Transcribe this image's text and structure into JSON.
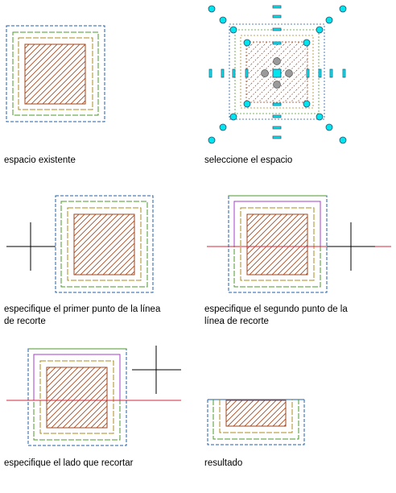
{
  "captions": {
    "existing_space": "espacio existente",
    "select_space": "seleccione el espacio",
    "first_point_line1": "especifique el primer punto de la línea",
    "first_point_line2": "de recorte",
    "second_point_line1": "especifique el segundo punto de la",
    "second_point_line2": "línea de recorte",
    "side_to_trim": "especifique el lado que recortar",
    "result": "resultado"
  },
  "colors": {
    "outer_boundary": "#1f5fa8",
    "green_boundary": "#4e9a2b",
    "olive_boundary": "#a88c1e",
    "hatch": "#a0461c",
    "trim_line": "#d42a3c",
    "purple_boundary": "#a43cc8",
    "grip_fill": "#00e5ee",
    "grip_stroke": "#2a4d6e",
    "center_grip_gray": "#9a9a9a",
    "crosshair": "#000000"
  }
}
